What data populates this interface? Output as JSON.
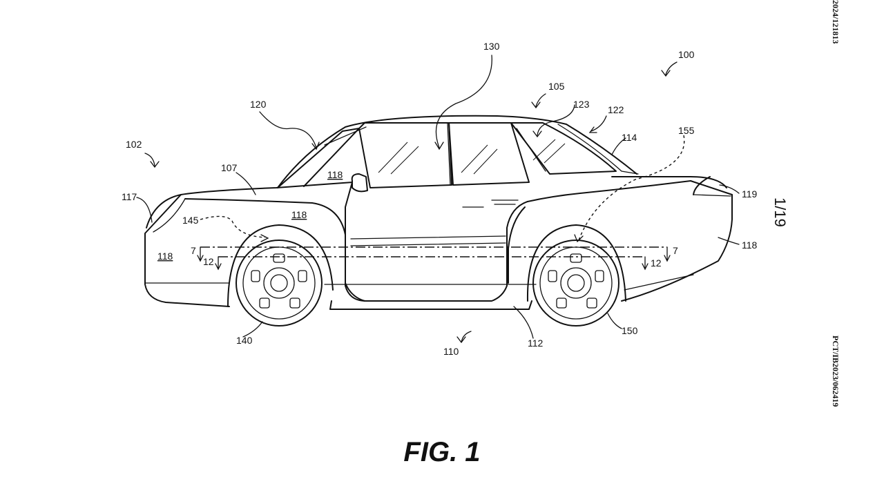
{
  "figure": {
    "caption": "FIG. 1",
    "sheet": "1/19"
  },
  "margin": {
    "publication_number": "2024/121813",
    "application_number": "PCT/IB2023/062419"
  },
  "reference_numerals": {
    "n100": "100",
    "n102": "102",
    "n105": "105",
    "n107": "107",
    "n110": "110",
    "n112": "112",
    "n114": "114",
    "n117": "117",
    "n118_front": "118",
    "n118_front_fender": "118",
    "n118_hood": "118",
    "n118_rear": "118",
    "n119": "119",
    "n120": "120",
    "n122": "122",
    "n123": "123",
    "n130": "130",
    "n140": "140",
    "n145": "145",
    "n150": "150",
    "n155": "155"
  },
  "section_markers": {
    "s7_left": "7",
    "s12_left": "12",
    "s7_right": "7",
    "s12_right": "12"
  },
  "colors": {
    "line": "#111111",
    "background": "#ffffff"
  }
}
